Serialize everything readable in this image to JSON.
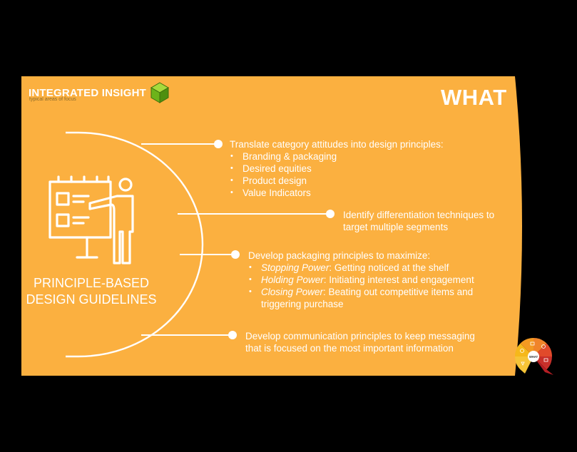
{
  "header": {
    "brand": "INTEGRATED INSIGHT",
    "subtitle": "typical areas of focus",
    "section": "WHAT"
  },
  "left": {
    "title_line1": "PRINCIPLE-BASED",
    "title_line2": "DESIGN GUIDELINES"
  },
  "points": [
    {
      "text": "Translate category attitudes into design principles:",
      "items": [
        "Branding & packaging",
        "Desired equities",
        "Product design",
        "Value Indicators"
      ]
    },
    {
      "line1": "Identify differentiation techniques to",
      "line2": "target multiple segments"
    },
    {
      "text": "Develop packaging principles to maximize:",
      "items": [
        {
          "label": "Stopping Power",
          "desc": ":  Getting noticed at the shelf"
        },
        {
          "label": "Holding Power",
          "desc": ":  Initiating interest and engagement"
        },
        {
          "label": "Closing Power",
          "desc": ":  Beating out competitive items and",
          "desc2": "triggering purchase"
        }
      ]
    },
    {
      "line1": "Develop communication principles to keep messaging",
      "line2": "that is focused on the most important information"
    }
  ],
  "dial": {
    "center": "WHAT"
  },
  "colors": {
    "slide": "#FBB040",
    "text": "#FFFFFF",
    "cube": "#7DC11F",
    "dial_yellow": "#F6B81A",
    "dial_orange": "#F0842A",
    "dial_red": "#E14A2B",
    "dial_dark": "#B51E24"
  },
  "icons": [
    "cube-icon",
    "presenter-icon",
    "connector-dot",
    "dial-icon"
  ]
}
